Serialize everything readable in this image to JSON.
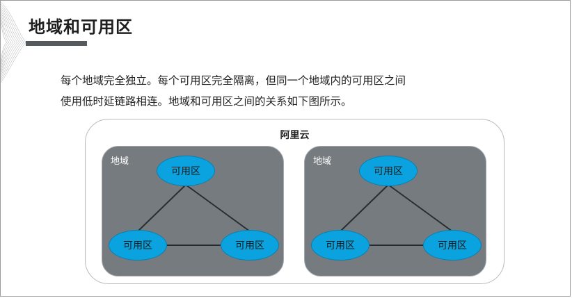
{
  "slide": {
    "title": "地域和可用区",
    "paragraph_lines": [
      "每个地域完全独立。每个可用区完全隔离，但同一个地域内的可用区之间",
      "使用低时延链路相连。地域和可用区之间的关系如下图所示。"
    ]
  },
  "diagram": {
    "cloud_label": "阿里云",
    "regions": [
      {
        "label": "地域",
        "zones": [
          "可用区",
          "可用区",
          "可用区"
        ]
      },
      {
        "label": "地域",
        "zones": [
          "可用区",
          "可用区",
          "可用区"
        ]
      }
    ]
  },
  "colors": {
    "region_fill": "#767b80",
    "zone_fill": "#0aa3df",
    "title_bar": "#555a5e"
  }
}
